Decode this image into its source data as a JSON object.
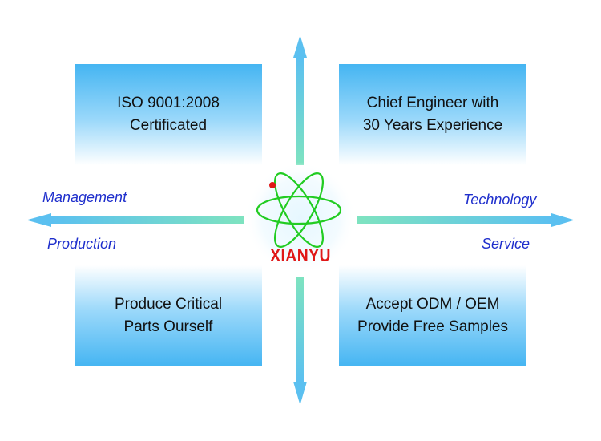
{
  "boxes": {
    "top_left": [
      "ISO 9001:2008",
      "Certificated"
    ],
    "top_right": [
      "Chief Engineer with",
      "30 Years Experience"
    ],
    "bottom_left": [
      "Produce Critical",
      "Parts Ourself"
    ],
    "bottom_right": [
      "Accept ODM / OEM",
      "Provide Free Samples"
    ]
  },
  "labels": {
    "management": "Management",
    "production": "Production",
    "technology": "Technology",
    "service": "Service"
  },
  "center": {
    "brand": "XIANYU",
    "icon": "atom-icon"
  },
  "colors": {
    "box_gradient": "#45b5f2",
    "arrow": "#5bc0f0",
    "axis_near_center": "#7ee3c0",
    "label_text": "#1f2fcc",
    "brand_red": "#e01818",
    "atom_green": "#22cc22"
  }
}
